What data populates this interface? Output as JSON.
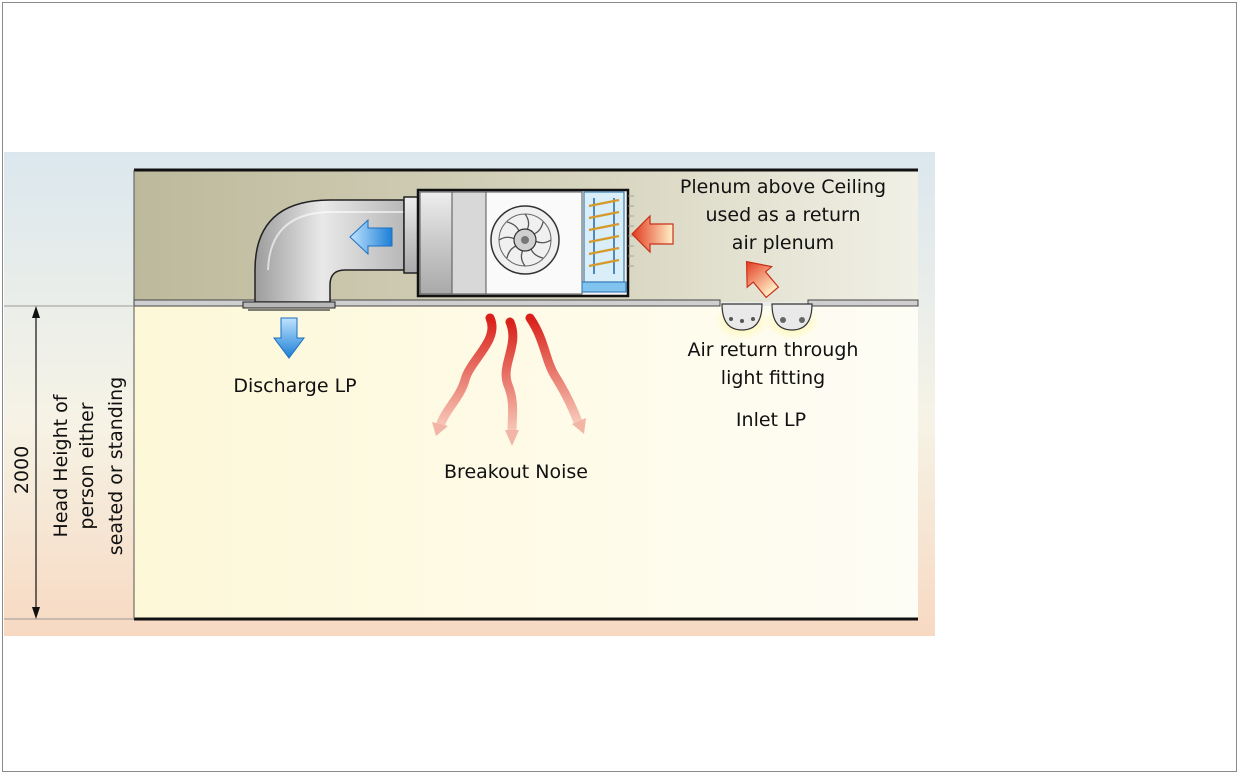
{
  "diagram": {
    "labels": {
      "plenum_line1": "Plenum above Ceiling",
      "plenum_line2": "used as a return",
      "plenum_line3": "air plenum",
      "air_return_line1": "Air return through",
      "air_return_line2": "light fitting",
      "inlet": "Inlet LP",
      "discharge": "Discharge LP",
      "breakout": "Breakout Noise",
      "dimension_value": "2000",
      "head_line1": "Head Height of",
      "head_line2": "person either",
      "head_line3": "seated or standing"
    },
    "colors": {
      "plenum": "#c9c6ac",
      "room": "#fdf9e2",
      "cool_arrow": "#3f9be3",
      "warm_arrow": "#e8452a",
      "noise_arrow": "#d9412f"
    },
    "icons": [
      "fan-coil-unit",
      "centrifugal-fan-icon",
      "cooling-coil-icon",
      "duct-elbow",
      "diffuser",
      "light-fitting-icon",
      "airflow-arrow-icon",
      "noise-wave-icon",
      "dimension-arrow-icon"
    ]
  }
}
